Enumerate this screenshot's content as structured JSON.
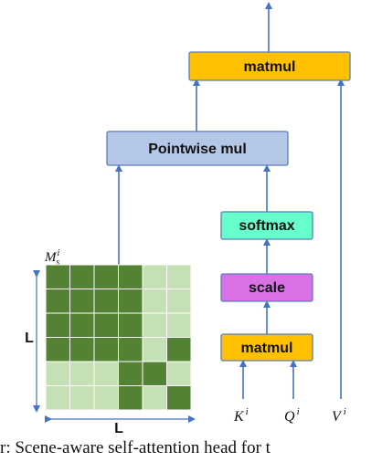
{
  "boxes": {
    "matmul_top": {
      "label": "matmul",
      "color": "#FFC000"
    },
    "pointwise": {
      "label": "Pointwise mul",
      "color": "#B4C7E7"
    },
    "softmax": {
      "label": "softmax",
      "color": "#66FFCC"
    },
    "scale": {
      "label": "scale",
      "color": "#DA70E6"
    },
    "matmul_bottom": {
      "label": "matmul",
      "color": "#FFC000"
    }
  },
  "inputs": {
    "k": {
      "base": "K",
      "sup": "i"
    },
    "q": {
      "base": "Q",
      "sup": "i"
    },
    "v": {
      "base": "V",
      "sup": "i"
    }
  },
  "mask": {
    "label_base": "M",
    "label_sup": "i",
    "label_sub": "s",
    "row_label": "L",
    "col_label": "L",
    "grid": [
      [
        1,
        1,
        1,
        1,
        0,
        0
      ],
      [
        1,
        1,
        1,
        1,
        0,
        0
      ],
      [
        1,
        1,
        1,
        1,
        0,
        0
      ],
      [
        1,
        1,
        1,
        1,
        0,
        1
      ],
      [
        0,
        0,
        0,
        1,
        1,
        0
      ],
      [
        0,
        0,
        0,
        1,
        0,
        1
      ]
    ],
    "dark_color": "#548235",
    "light_color": "#C5E0B4"
  },
  "arrow_color": "#4472C4",
  "caption": "r: Scene-aware self-attention head for t"
}
